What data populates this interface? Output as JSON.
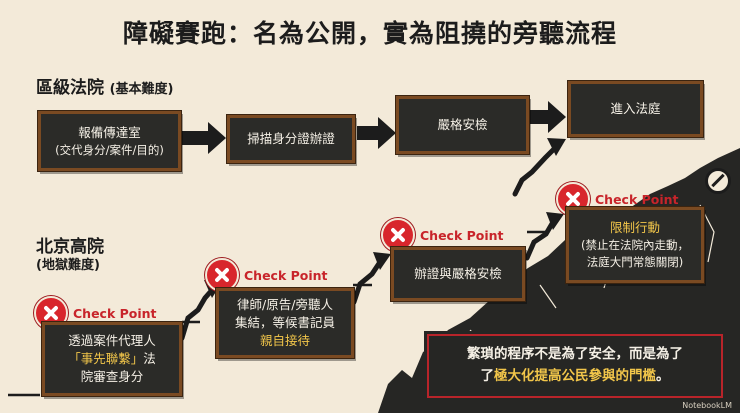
{
  "title": "障礙賽跑：名為公開，實為阻撓的旁聽流程",
  "district": {
    "heading": "區級法院",
    "subheading": "(基本難度)",
    "steps": [
      {
        "line1": "報備傳達室",
        "line2": "(交代身分/案件/目的)"
      },
      {
        "line1": "掃描身分證辦證"
      },
      {
        "line1": "嚴格安檢"
      },
      {
        "line1": "進入法庭"
      }
    ]
  },
  "beijing": {
    "heading": "北京高院",
    "subheading": "(地獄難度)",
    "checkpoint_label": "Check Point",
    "steps": [
      {
        "line1": "透過案件代理人",
        "highlight": "「事先聯繫」",
        "line2_rest": "法",
        "line3": "院審查身分"
      },
      {
        "line1": "律師/原告/旁聽人",
        "line2": "集結，等候書記員",
        "highlight": "親自接待"
      },
      {
        "line1": "辦證與嚴格安檢"
      },
      {
        "highlight": "限制行動",
        "line2": "(禁止在法院內走動，",
        "line3": "法庭大門常態關閉)"
      }
    ]
  },
  "conclusion": {
    "line1": "繁瑣的程序不是為了安全，而是為了",
    "line2_prefix": "了",
    "line2_highlight": "極大化提高公民參與的門檻",
    "line2_suffix": "。"
  },
  "watermark": "NotebookLM",
  "colors": {
    "background": "#f3ead9",
    "board": "#2b2b28",
    "board_frame": "#7a4a22",
    "checkpoint_red": "#d8262c",
    "highlight_yellow": "#f2c64a",
    "terrain": "#262624"
  }
}
